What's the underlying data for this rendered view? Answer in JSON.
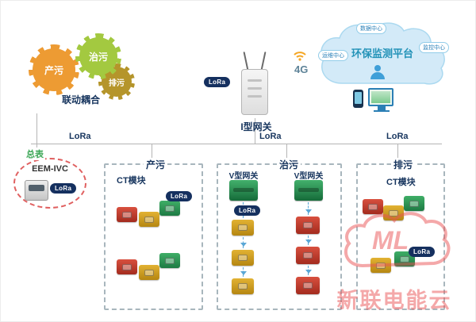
{
  "colors": {
    "accent_navy": "#17355E",
    "gear_orange": "#ED9B33",
    "gear_green": "#A3C940",
    "gear_olive": "#B5952B",
    "module_red": "#C63B2F",
    "module_yellow": "#D9A520",
    "module_green": "#2E8B4F",
    "gateway_green": "#1D7A43",
    "lora_navy": "#15305F",
    "cloud_blue": "#D3EAF8",
    "meter_green": "#3AA655",
    "watermark_red": "#EA5455"
  },
  "gears": {
    "production": "产污",
    "treatment": "治污",
    "discharge": "排污",
    "caption": "联动耦合"
  },
  "gateway": {
    "label": "I型网关",
    "lora": "LoRa",
    "network": "4G"
  },
  "cloud": {
    "title": "环保监测平台",
    "bubble_top": "数据中心",
    "bubble_left": "运维中心",
    "bubble_right": "监控中心"
  },
  "bus": {
    "left": "LoRa",
    "middle": "LoRa",
    "right": "LoRa"
  },
  "meter": {
    "label": "总表",
    "model": "EEM-IVC",
    "lora": "LoRa"
  },
  "zones": {
    "production": {
      "label": "产污",
      "module": "CT模块",
      "lora": "LoRa"
    },
    "treatment": {
      "label": "治污",
      "gateway_left": "V型网关",
      "gateway_right": "V型网关",
      "lora": "LoRa"
    },
    "discharge": {
      "label": "排污",
      "module": "CT模块",
      "lora": "LoRa"
    }
  },
  "watermark": {
    "logo": "ML",
    "text": "新联电能云"
  }
}
